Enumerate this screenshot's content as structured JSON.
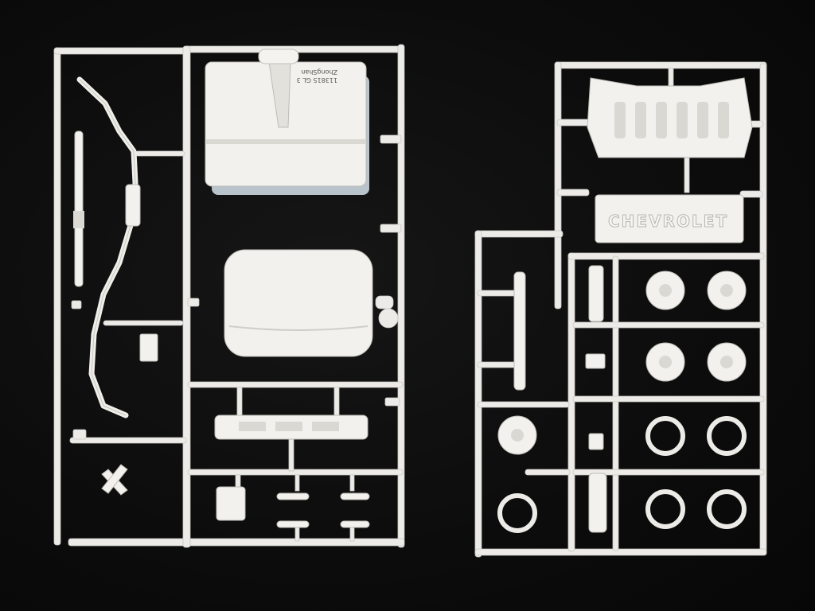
{
  "image": {
    "kind": "photograph",
    "background_color": "#0d0d0d",
    "plastic_color": "#ecebe7"
  },
  "tree_left": {
    "molded_text_line_1": "113815 GL 3",
    "molded_text_line_2": "ZhongShan"
  },
  "tree_right": {
    "tailgate_lettering": "CHEVROLET"
  }
}
